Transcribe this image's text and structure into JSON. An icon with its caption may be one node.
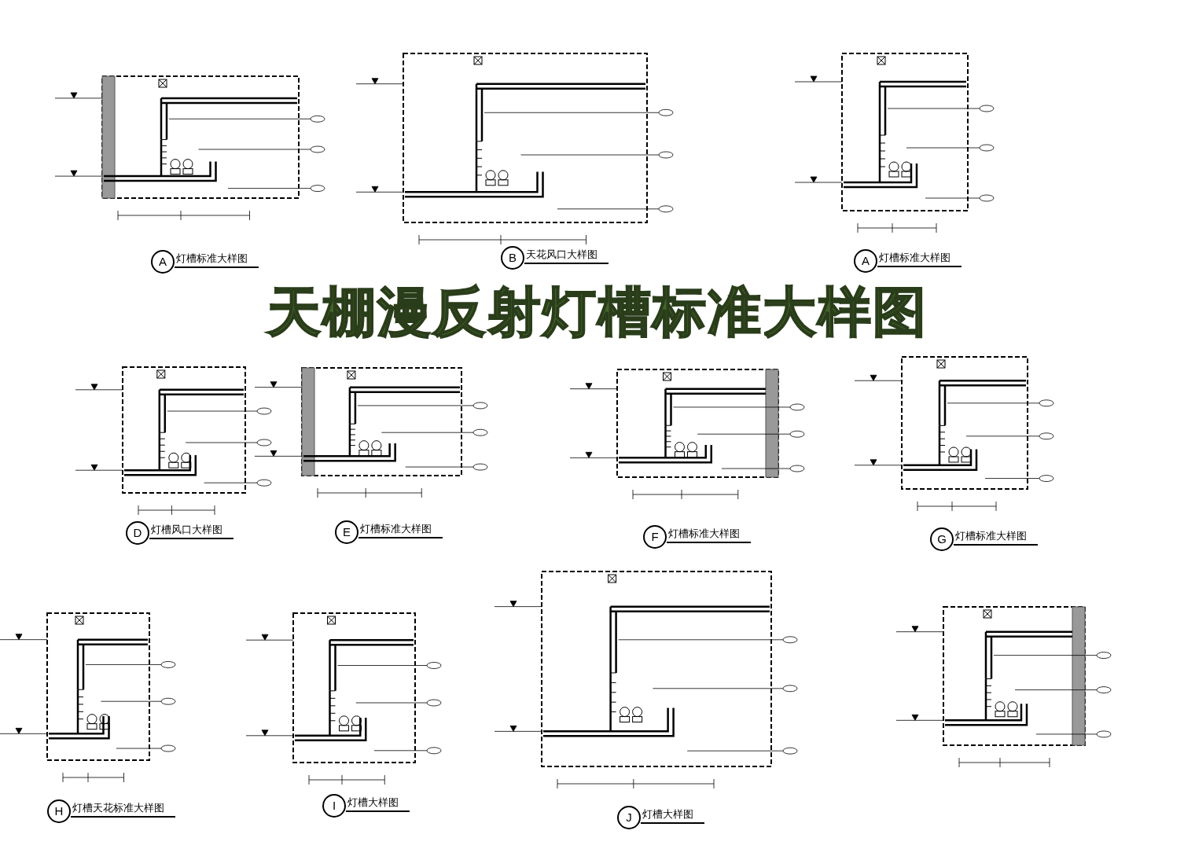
{
  "diagram": {
    "title": "天棚漫反射灯槽标准大样图",
    "labels": [
      "A",
      "灯槽标准大样图",
      "B",
      "天花风口大样图",
      "A",
      "灯槽标准大样图",
      "D",
      "灯槽风口大样图",
      "E",
      "灯槽标准大样图",
      "F",
      "灯槽标准大样图",
      "G",
      "灯槽标准大样图",
      "H",
      "灯槽天花标准大样图",
      "I",
      "灯槽大样图",
      "J",
      "灯槽大样图"
    ]
  }
}
